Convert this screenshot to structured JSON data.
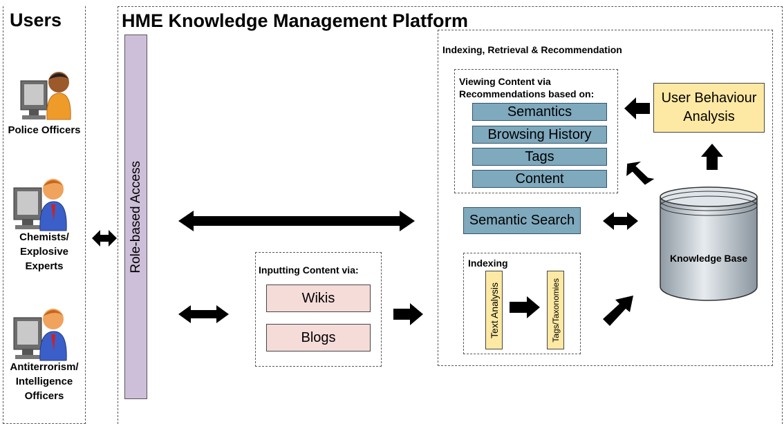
{
  "users": {
    "title": "Users",
    "roles": [
      {
        "label": "Police Officers"
      },
      {
        "label": "Chemists/\nExplosive\nExperts"
      },
      {
        "label": "Antiterrorism/\nIntelligence\nOfficers"
      }
    ]
  },
  "platform": {
    "title": "HME Knowledge Management Platform",
    "access": "Role-based Access",
    "irr": {
      "title": "Indexing, Retrieval & Recommendation",
      "viewing": {
        "title": "Viewing Content via\nRecommendations based on:",
        "items": [
          "Semantics",
          "Browsing History",
          "Tags",
          "Content"
        ]
      },
      "user_behaviour": "User Behaviour\nAnalysis",
      "semantic_search": "Semantic Search",
      "indexing": {
        "title": "Indexing",
        "text_analysis": "Text Analysis",
        "tags": "Tags/Taxonomies"
      },
      "knowledge_base": "Knowledge Base"
    },
    "input": {
      "title": "Inputting Content via:",
      "items": [
        "Wikis",
        "Blogs"
      ]
    }
  },
  "colors": {
    "blue": "#7fa9bd",
    "pink": "#f5dcd9",
    "yellow": "#fde9a3",
    "lavender": "#cdbfd9"
  }
}
